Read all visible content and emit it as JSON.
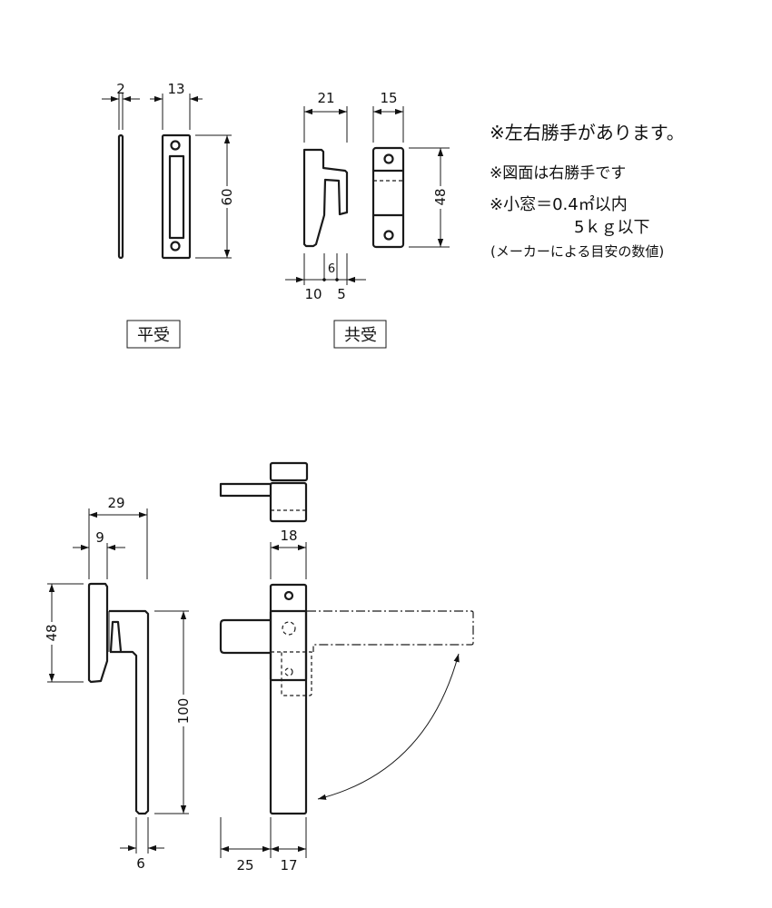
{
  "receivers": {
    "flat": {
      "tag": "平受",
      "dims": {
        "thickness": "2",
        "width": "13",
        "height": "60"
      }
    },
    "common": {
      "tag": "共受",
      "dims": {
        "depth": "21",
        "width": "15",
        "height": "48",
        "bottom_a": "10",
        "bottom_b": "6",
        "bottom_c": "5"
      }
    }
  },
  "handle": {
    "dims": {
      "top_width": "18",
      "depth": "29",
      "base_depth": "9",
      "base_height": "48",
      "length": "100",
      "grip": "6",
      "lever_offset": "25",
      "plate_width": "17"
    }
  },
  "notes": {
    "line1": "※左右勝手があります。",
    "line2": "※図面は右勝手です",
    "line3": "※小窓＝0.4㎡以内",
    "line4": "5ｋｇ以下",
    "line5": "(メーカーによる目安の数値)"
  }
}
